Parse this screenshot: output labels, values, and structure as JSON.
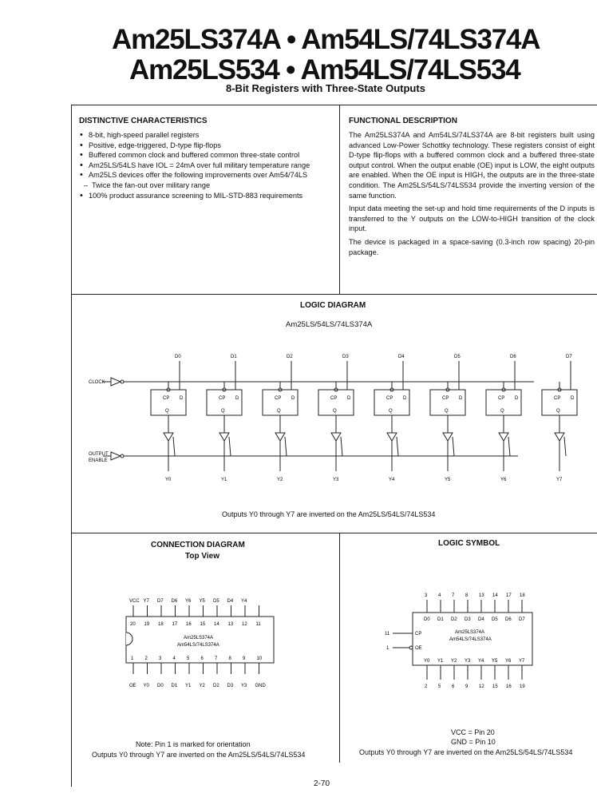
{
  "header": {
    "title_line1": "Am25LS374A • Am54LS/74LS374A",
    "title_line2": "Am25LS534 • Am54LS/74LS534",
    "subtitle": "8-Bit Registers with Three-State Outputs"
  },
  "distinctive": {
    "heading": "DISTINCTIVE CHARACTERISTICS",
    "items": [
      {
        "text": "8-bit, high-speed parallel registers",
        "type": "bullet"
      },
      {
        "text": "Positive, edge-triggered, D-type flip-flops",
        "type": "bullet"
      },
      {
        "text": "Buffered common clock and buffered common three-state control",
        "type": "bullet"
      },
      {
        "text": "Am25LS/54LS have IOL = 24mA over full military temperature range",
        "type": "bullet"
      },
      {
        "text": "Am25LS devices offer the following improvements over Am54/74LS",
        "type": "bullet"
      },
      {
        "text": "Twice the fan-out over military range",
        "type": "sub"
      },
      {
        "text": "100% product assurance screening to MIL-STD-883 requirements",
        "type": "bullet"
      }
    ]
  },
  "functional": {
    "heading": "FUNCTIONAL DESCRIPTION",
    "paragraphs": [
      "The Am25LS374A and Am54LS/74LS374A are 8-bit registers built using advanced Low-Power Schottky technology. These registers consist of eight D-type flip-flops with a buffered common clock and a buffered three-state output control. When the output enable (OE) input is LOW, the eight outputs are enabled. When the OE input is HIGH, the outputs are in the three-state condition. The Am25LS/54LS/74LS534 provide the inverting version of the same function.",
      "Input data meeting the set-up and hold time requirements of the D inputs is transferred to the Y outputs on the LOW-to-HIGH transition of the clock input.",
      "The device is packaged in a space-saving (0.3-inch row spacing) 20-pin package."
    ]
  },
  "logic_diagram": {
    "heading": "LOGIC DIAGRAM",
    "subheading": "Am25LS/54LS/74LS374A",
    "clock_label": "CLOCK",
    "oe_label_1": "OUTPUT",
    "oe_label_2": "ENABLE",
    "d_labels": [
      "D0",
      "D1",
      "D2",
      "D3",
      "D4",
      "D5",
      "D6",
      "D7"
    ],
    "y_labels": [
      "Y0",
      "Y1",
      "Y2",
      "Y3",
      "Y4",
      "Y5",
      "Y6",
      "Y7"
    ],
    "ff_cp": "CP",
    "ff_d": "D",
    "ff_q": "Q",
    "caption": "Outputs Y0 through Y7 are inverted on the Am25LS/54LS/74LS534"
  },
  "connection": {
    "heading": "CONNECTION DIAGRAM",
    "subheading": "Top View",
    "top_names": [
      "VCC",
      "Y7",
      "D7",
      "D6",
      "Y6",
      "Y5",
      "D5",
      "D4",
      "Y4"
    ],
    "top_pins": [
      "20",
      "19",
      "18",
      "17",
      "16",
      "15",
      "14",
      "13",
      "12",
      "11"
    ],
    "bottom_pins": [
      "1",
      "2",
      "3",
      "4",
      "5",
      "6",
      "7",
      "8",
      "9",
      "10"
    ],
    "bottom_names": [
      "OE",
      "Y0",
      "D0",
      "D1",
      "Y1",
      "Y2",
      "D2",
      "D3",
      "Y3",
      "GND"
    ],
    "chip_line1": "Am25LS374A",
    "chip_line2": "Am54LS/74LS374A",
    "note": "Note: Pin 1 is marked for orientation",
    "caption": "Outputs Y0 through Y7 are inverted on the Am25LS/54LS/74LS534"
  },
  "logic_symbol": {
    "heading": "LOGIC SYMBOL",
    "top_pins": [
      "3",
      "4",
      "7",
      "8",
      "13",
      "14",
      "17",
      "18"
    ],
    "bottom_pins": [
      "2",
      "5",
      "6",
      "9",
      "12",
      "15",
      "16",
      "19"
    ],
    "d_names": [
      "D0",
      "D1",
      "D2",
      "D3",
      "D4",
      "D5",
      "D6",
      "D7"
    ],
    "y_names": [
      "Y0",
      "Y1",
      "Y2",
      "Y3",
      "Y4",
      "Y5",
      "Y6",
      "Y7"
    ],
    "clk_pin": "11",
    "oe_pin": "1",
    "cp_label": "CP",
    "oe_label": "OE",
    "chip_line1": "Am25LS374A",
    "chip_line2": "Am54LS/74LS374A",
    "vcc_note": "VCC = Pin 20",
    "gnd_note": "GND = Pin 10",
    "caption": "Outputs Y0 through Y7 are inverted on the Am25LS/54LS/74LS534"
  },
  "footer": {
    "page_number": "2-70"
  }
}
